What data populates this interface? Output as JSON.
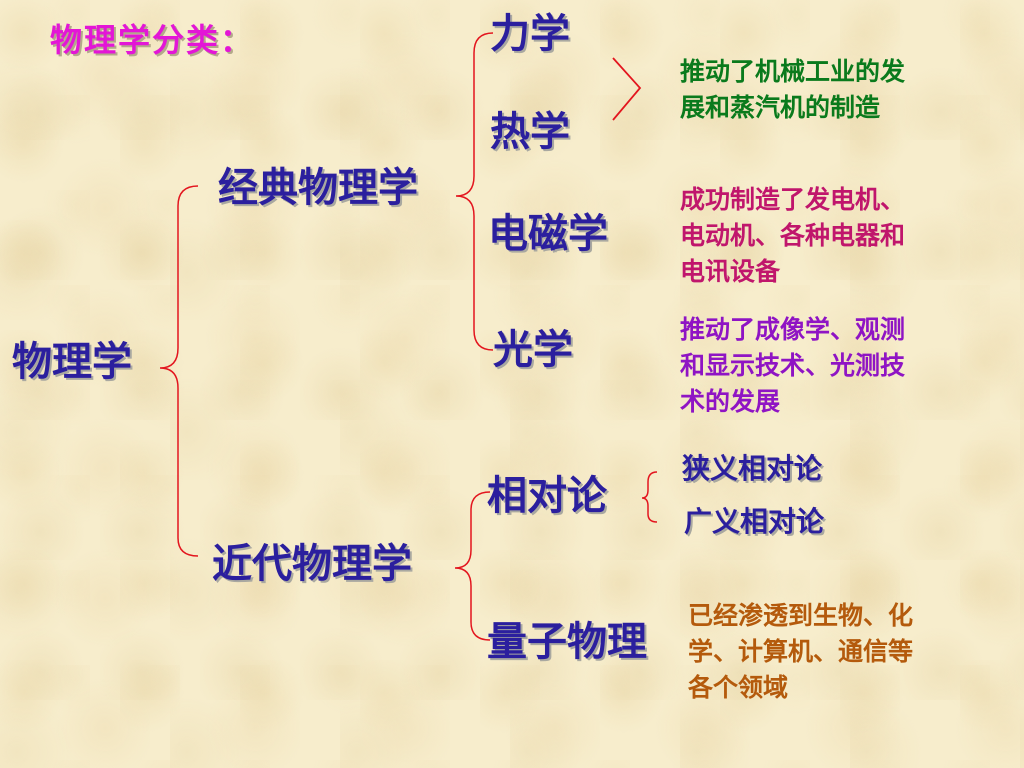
{
  "title": "物理学分类：",
  "root": "物理学",
  "classical": {
    "label": "经典物理学",
    "branches": [
      "力学",
      "热学",
      "电磁学",
      "光学"
    ]
  },
  "modern": {
    "label": "近代物理学",
    "relativity": {
      "label": "相对论",
      "sub": [
        "狭义相对论",
        "广义相对论"
      ]
    },
    "quantum": "量子物理"
  },
  "notes": {
    "mech_thermo": [
      "推动了机械工业的发",
      "展和蒸汽机的制造"
    ],
    "em": [
      "成功制造了发电机、",
      "电动机、各种电器和",
      "电讯设备"
    ],
    "optics": [
      "推动了成像学、观测",
      "和显示技术、光测技",
      "术的发展"
    ],
    "quantum": [
      "已经渗透到生物、化",
      "学、计算机、通信等",
      "各个领域"
    ]
  },
  "colors": {
    "title": "#e316d6",
    "main_text": "#2b1f9e",
    "brace": "#e3151e",
    "note_green": "#0a7a1c",
    "note_magenta": "#c0166c",
    "note_purple": "#8f14c4",
    "note_orange": "#b45a0c",
    "background": "#f7edcc"
  }
}
